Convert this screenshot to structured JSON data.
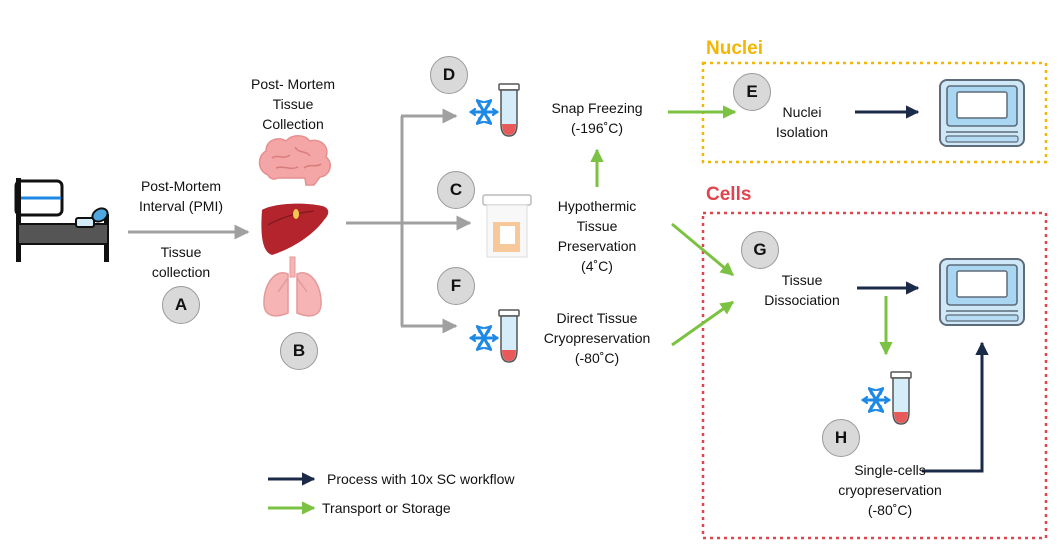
{
  "steps": {
    "A": {
      "badge": "A",
      "lines": [
        "Tissue",
        "collection"
      ]
    },
    "pmi": {
      "lines": [
        "Post-Mortem",
        "Interval (PMI)"
      ]
    },
    "B": {
      "badge": "B",
      "lines": [
        "Post- Mortem",
        "Tissue",
        "Collection"
      ]
    },
    "C": {
      "badge": "C",
      "lines": [
        "Hypothermic",
        "Tissue",
        "Preservation",
        "(4˚C)"
      ]
    },
    "D": {
      "badge": "D",
      "lines": [
        "Snap Freezing",
        "(-196˚C)"
      ]
    },
    "E": {
      "badge": "E",
      "lines": [
        "Nuclei",
        "Isolation"
      ]
    },
    "F": {
      "badge": "F",
      "lines": [
        "Direct Tissue",
        "Cryopreservation",
        "(-80˚C)"
      ]
    },
    "G": {
      "badge": "G",
      "lines": [
        "Tissue",
        "Dissociation"
      ]
    },
    "H": {
      "badge": "H",
      "lines": [
        "Single-cells",
        "cryopreservation",
        "(-80˚C)"
      ]
    }
  },
  "groups": {
    "nuclei": {
      "title": "Nuclei",
      "color": "#f2b705"
    },
    "cells": {
      "title": "Cells",
      "color": "#e0454d"
    }
  },
  "legend": {
    "process": {
      "label": "Process with 10x SC workflow",
      "color": "#1b2a47"
    },
    "transport": {
      "label": "Transport or Storage",
      "color": "#7cc242"
    }
  },
  "colors": {
    "gray_arrow": "#a0a0a0",
    "snowflake": "#1e88e5",
    "tube_liquid": "#e85a5a",
    "brain": "#f4a6a6",
    "liver": "#b3242c",
    "lungs": "#f6b4b4",
    "device": "#cfe8f7"
  },
  "icons": [
    "bed-patient-icon",
    "brain-icon",
    "liver-icon",
    "lungs-icon",
    "snowflake-tube-icon",
    "specimen-container-icon",
    "sequencer-device-icon"
  ]
}
